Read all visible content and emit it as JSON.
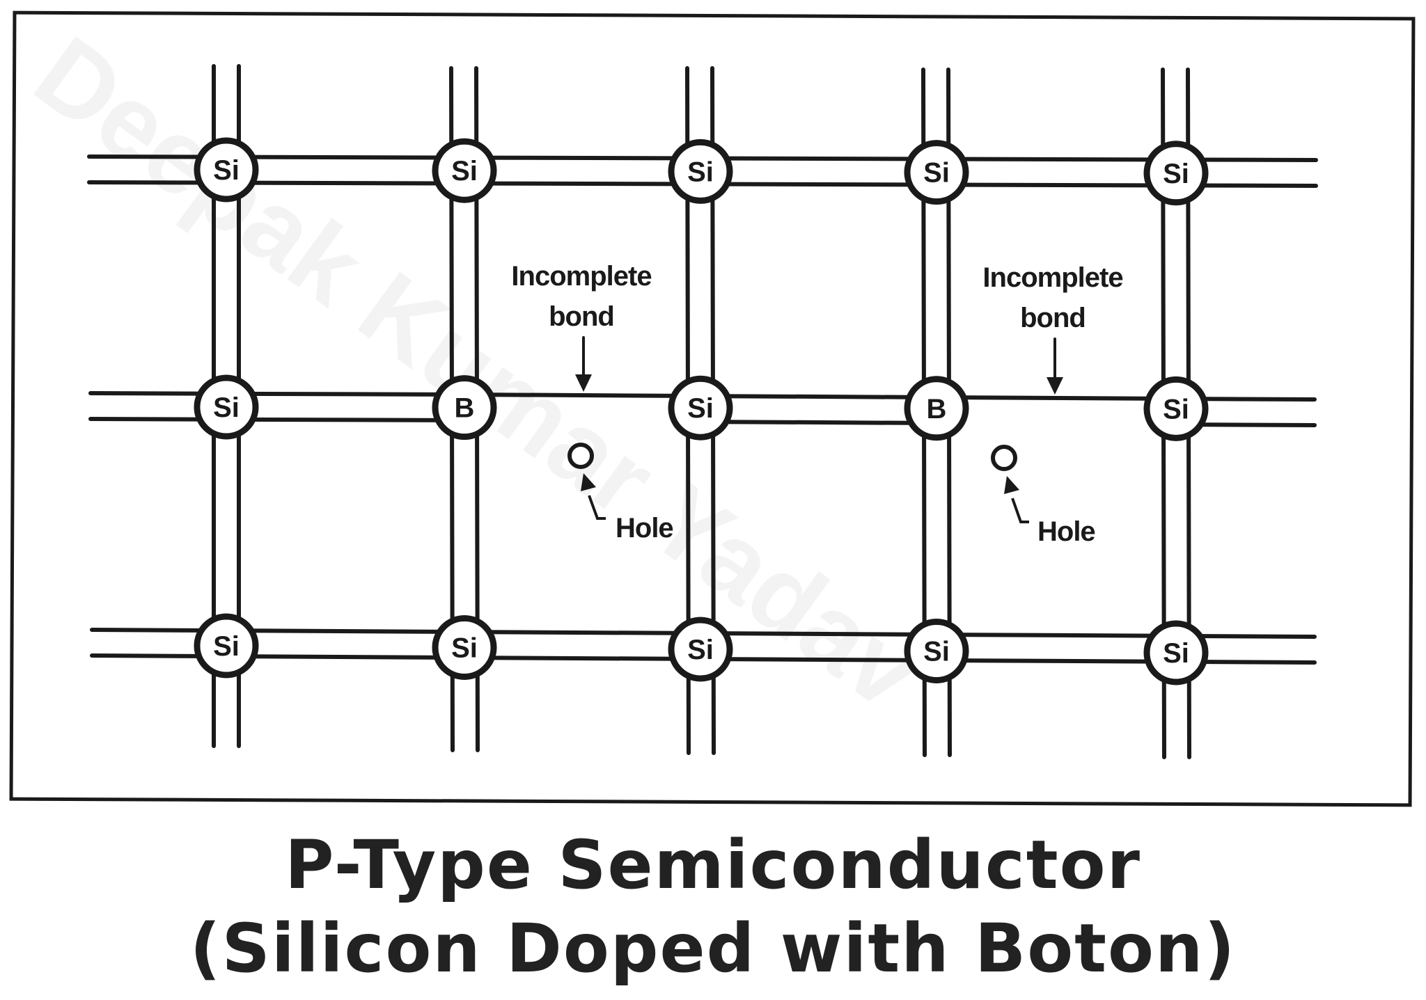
{
  "watermark": "Deepak Kumar Yadav",
  "lattice": {
    "rows": [
      [
        "Si",
        "Si",
        "Si",
        "Si",
        "Si"
      ],
      [
        "Si",
        "B",
        "Si",
        "B",
        "Si"
      ],
      [
        "Si",
        "Si",
        "Si",
        "Si",
        "Si"
      ]
    ]
  },
  "annotations": {
    "incomplete_bond_line1": "Incomplete",
    "incomplete_bond_line2": "bond",
    "hole": "Hole"
  },
  "caption": {
    "line1": "P-Type Semiconductor",
    "line2": "(Silicon Doped with Boton)"
  }
}
